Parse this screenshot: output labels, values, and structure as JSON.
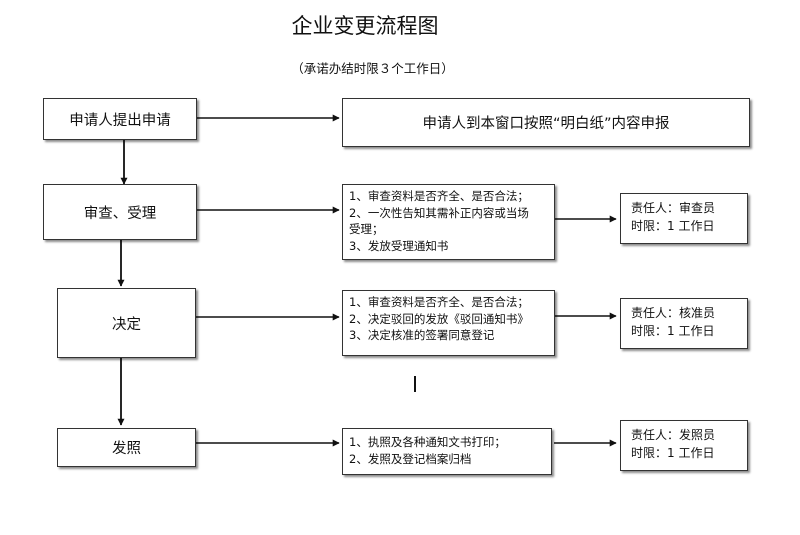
{
  "title": "企业变更流程图",
  "subtitle": "（承诺办结时限３个工作日）",
  "steps": [
    {
      "label": "申请人提出申请",
      "detail": [
        "申请人到本窗口按照“明白纸”内容申报"
      ]
    },
    {
      "label": "审查、受理",
      "detail": [
        "1、审查资料是否齐全、是否合法；",
        "2、一次性告知其需补正内容或当场",
        "受理；",
        "3、发放受理通知书"
      ],
      "responsible": "责任人：审查员",
      "time_limit": "时限：1 工作日"
    },
    {
      "label": "决定",
      "detail": [
        "1、审查资料是否齐全、是否合法；",
        "2、决定驳回的发放《驳回通知书》",
        "3、决定核准的签署同意登记"
      ],
      "responsible": "责任人：核准员",
      "time_limit": "时限：1 工作日"
    },
    {
      "label": "发照",
      "detail": [
        "1、执照及各种通知文书打印；",
        "2、发照及登记档案归档"
      ],
      "responsible": "责任人：发照员",
      "time_limit": "时限：1 工作日"
    }
  ]
}
